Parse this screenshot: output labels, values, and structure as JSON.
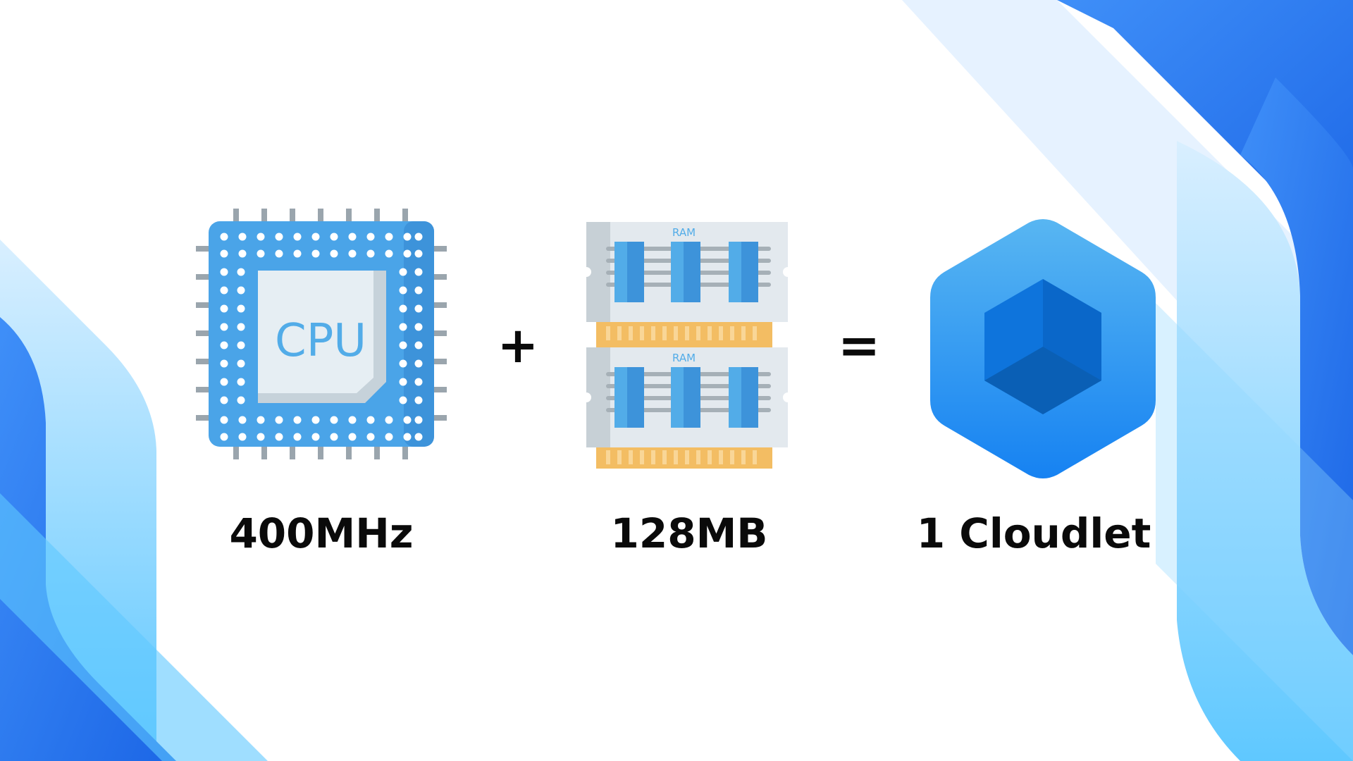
{
  "equation": {
    "cpu_value": "400MHz",
    "ram_value": "128MB",
    "result_value": "1 Cloudlet",
    "plus_sign": "+",
    "equals_sign": "="
  },
  "icons": {
    "cpu": {
      "name": "cpu-chip-icon",
      "chip_text": "CPU"
    },
    "ram": {
      "name": "ram-module-icon",
      "module_text": "RAM"
    },
    "cloudlet": {
      "name": "cloudlet-cube-icon"
    }
  },
  "colors": {
    "brand_blue": "#2f86f6",
    "light_blue": "#66c8ff",
    "text": "#0a0a0a",
    "chip_blue": "#52ace8",
    "ram_gold": "#f3bd63"
  }
}
